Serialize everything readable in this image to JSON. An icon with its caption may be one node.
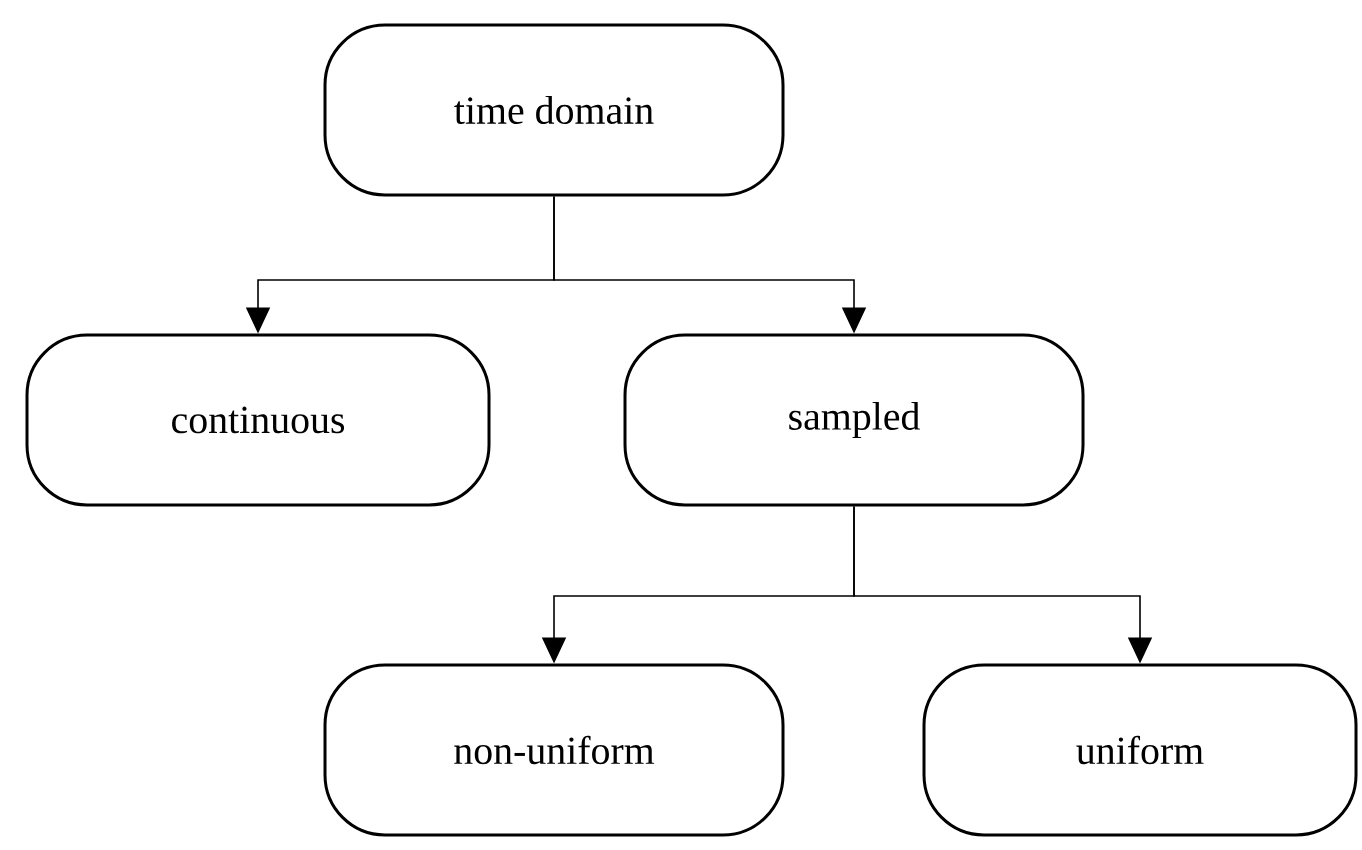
{
  "diagram": {
    "nodes": [
      {
        "text": [
          "time domain"
        ]
      },
      {
        "text": [
          "continuous"
        ]
      },
      {
        "text": [
          "sampled"
        ]
      },
      {
        "text": [
          "non-uniform"
        ]
      },
      {
        "text": [
          "uniform"
        ]
      }
    ],
    "edges": [
      {
        "from": 0,
        "to": 1,
        "arrow": "to"
      },
      {
        "from": 0,
        "to": 2,
        "arrow": "to"
      },
      {
        "from": 2,
        "to": 3,
        "arrow": "to"
      },
      {
        "from": 2,
        "to": 4,
        "arrow": "to"
      }
    ]
  }
}
